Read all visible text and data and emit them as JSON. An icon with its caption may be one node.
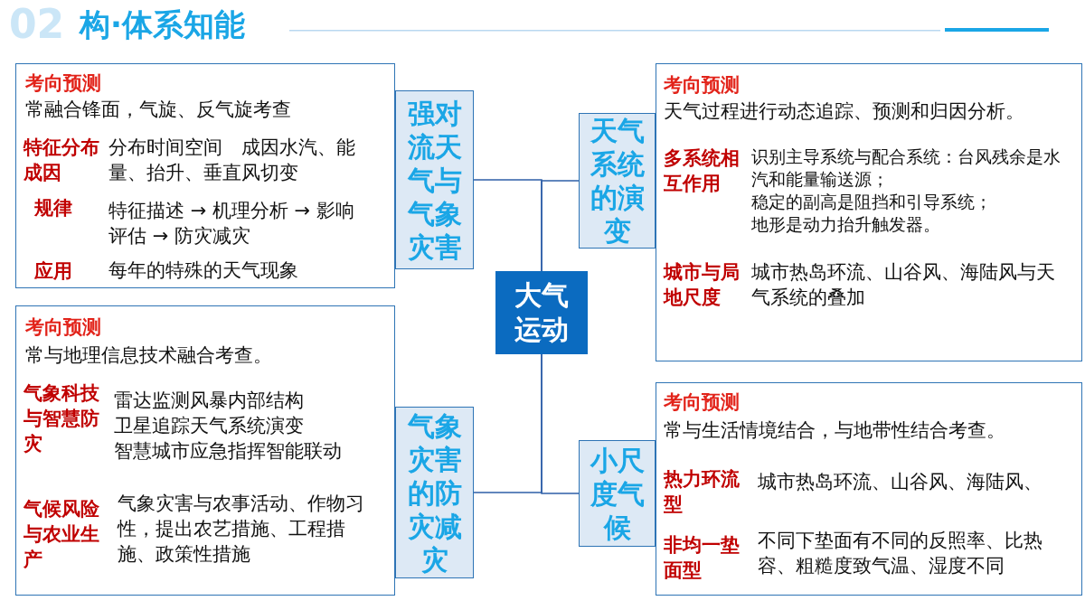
{
  "diagram": {
    "title": "构·体系知能",
    "labels": [
      "02"
    ],
    "nodes": [
      {
        "text": [
          "大气运动"
        ]
      },
      {
        "text": [
          "强对流天气与气象灾害"
        ]
      },
      {
        "text": [
          "考向预测",
          "常融合锋面，气旋、反气旋考查",
          "特征分布成因",
          "分布时间空间　成因水汽、能量、抬升、垂直风切变",
          "规律",
          "特征描述 → 机理分析 → 影响评估 → 防灾减灾",
          "应用",
          "每年的特殊的天气现象"
        ]
      },
      {
        "text": [
          "天气系统的演变"
        ]
      },
      {
        "text": [
          "考向预测",
          "天气过程进行动态追踪、预测和归因分析。",
          "多系统相互作用",
          "识别主导系统与配合系统：台风残余是水汽和能量输送源；",
          "稳定的副高是阻挡和引导系统；",
          "地形是动力抬升触发器。",
          "城市与局地尺度",
          "城市热岛环流、山谷风、海陆风与天气系统的叠加"
        ]
      },
      {
        "text": [
          "气象灾害的防灾减灾"
        ]
      },
      {
        "text": [
          "考向预测",
          "常与地理信息技术融合考查。",
          "气象科技与智慧防灾",
          "雷达监测风暴内部结构",
          "卫星追踪天气系统演变",
          "智慧城市应急指挥智能联动",
          "气候风险与农业生产",
          "气象灾害与农事活动、作物习性，提出农艺措施、工程措施、政策性措施"
        ]
      },
      {
        "text": [
          "小尺度气候"
        ]
      },
      {
        "text": [
          "考向预测",
          "常与生活情境结合，与地带性结合考查。",
          "热力环流型",
          "城市热岛环流、山谷风、海陆风、",
          "非均一垫面型",
          "不同下垫面有不同的反照率、比热容、粗糙度致气温、湿度不同"
        ]
      }
    ],
    "edges": [
      {
        "from": 0,
        "to": 1,
        "arrow": "none"
      },
      {
        "from": 0,
        "to": 3,
        "arrow": "none"
      },
      {
        "from": 0,
        "to": 5,
        "arrow": "none"
      },
      {
        "from": 0,
        "to": 7,
        "arrow": "none"
      }
    ]
  }
}
